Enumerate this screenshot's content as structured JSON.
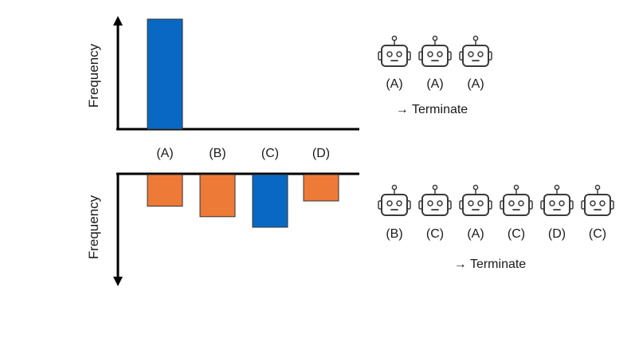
{
  "colors": {
    "blue": "#0868c4",
    "orange": "#ee7a38",
    "axis": "#000000",
    "robot_stroke": "#3a3a3a"
  },
  "top_panel": {
    "ylabel": "Frequency",
    "categories": [
      "(A)",
      "(B)",
      "(C)",
      "(D)"
    ],
    "bars": [
      {
        "category": "(A)",
        "value": 1.0,
        "color": "blue"
      }
    ],
    "robot_labels": [
      "(A)",
      "(A)",
      "(A)"
    ],
    "terminate_label": "→ Terminate",
    "robot_icon": "robot-icon"
  },
  "bottom_panel": {
    "ylabel": "Frequency",
    "bars": [
      {
        "category": "(A)",
        "value": 0.3,
        "color": "orange"
      },
      {
        "category": "(B)",
        "value": 0.4,
        "color": "orange"
      },
      {
        "category": "(C)",
        "value": 0.5,
        "color": "blue"
      },
      {
        "category": "(D)",
        "value": 0.25,
        "color": "orange"
      }
    ],
    "robot_labels": [
      "(B)",
      "(C)",
      "(A)",
      "(C)",
      "(D)",
      "(C)"
    ],
    "terminate_label": "→ Terminate",
    "robot_icon": "robot-icon"
  }
}
